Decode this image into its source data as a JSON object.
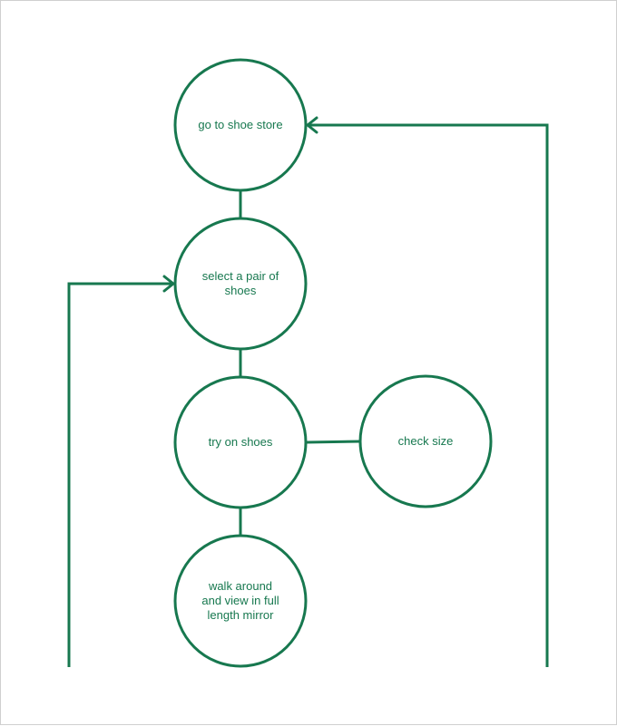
{
  "colors": {
    "stroke": "#17784f",
    "text": "#17784f",
    "background": "#ffffff"
  },
  "nodes": [
    {
      "id": "go-to-shoe-store",
      "lines": [
        "go to shoe store"
      ]
    },
    {
      "id": "select-pair",
      "lines": [
        "select a pair of",
        "shoes"
      ]
    },
    {
      "id": "try-on-shoes",
      "lines": [
        "try on shoes"
      ]
    },
    {
      "id": "check-size",
      "lines": [
        "check size"
      ]
    },
    {
      "id": "walk-around",
      "lines": [
        "walk around",
        "and view in full",
        "length mirror"
      ]
    }
  ],
  "edges": [
    {
      "from": "go-to-shoe-store",
      "to": "select-pair",
      "type": "line"
    },
    {
      "from": "select-pair",
      "to": "try-on-shoes",
      "type": "line"
    },
    {
      "from": "try-on-shoes",
      "to": "check-size",
      "type": "line"
    },
    {
      "from": "try-on-shoes",
      "to": "walk-around",
      "type": "line"
    },
    {
      "from": "left-loop",
      "to": "select-pair",
      "type": "arrow"
    },
    {
      "from": "right-loop",
      "to": "go-to-shoe-store",
      "type": "arrow"
    }
  ]
}
